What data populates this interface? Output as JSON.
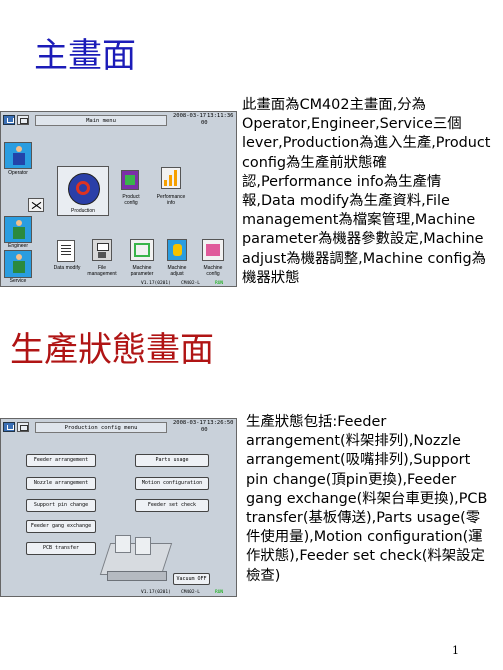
{
  "slide1": {
    "title": "主畫面",
    "description": "此畫面為CM402主畫面,分為Operator,Engineer,Service三個lever,Production為進入生產,Product config為生產前狀態確認,Performance info為生產情報,Data modify為生產資料,File management為檔案管理,Machine parameter為機器參數設定,Machine adjust為機器調整,Machine config為機器狀態",
    "screen": {
      "title": "Main menu",
      "clock_date": "2008-03-17",
      "clock_time": "13:11:36",
      "clock_sub": "00",
      "users": [
        "Operator",
        "Engineer",
        "Service"
      ],
      "production_label": "Production",
      "top_tiles": [
        "Product\nconfig",
        "Performance\ninfo"
      ],
      "bottom_tiles": [
        "Data modify",
        "File\nmanagement",
        "Machine\nparameter",
        "Machine\nadjust",
        "Machine\nconfig"
      ],
      "footer_left": "V1.17(0201)",
      "footer_mid": "CM402-L",
      "footer_right": "RUN"
    }
  },
  "slide2": {
    "title": "生產狀態畫面",
    "description": "生產狀態包括:Feeder arrangement(料架排列),Nozzle arrangement(吸嘴排列),Support pin change(頂pin更換),Feeder gang exchange(料架台車更換),PCB  transfer(基板傳送),Parts usage(零件使用量),Motion configuration(運作狀態),Feeder set check(料架設定檢查)",
    "screen": {
      "title": "Production config menu",
      "clock_date": "2008-03-17",
      "clock_time": "13:26:50",
      "clock_sub": "00",
      "left_buttons": [
        "Feeder arrangement",
        "Nozzle arrangement",
        "Support pin change",
        "Feeder gang exchange",
        "PCB transfer"
      ],
      "right_buttons": [
        "Parts usage",
        "Motion configuration",
        "Feeder set check"
      ],
      "vacuum_label": "Vacuum OFF",
      "footer_left": "V1.17(0201)",
      "footer_mid": "CM402-L",
      "footer_right": "RUN"
    }
  },
  "page_number": "1",
  "colors": {
    "title1": "#1c1cb8",
    "title2": "#b01414",
    "screen_bg": "#c9d1da"
  }
}
